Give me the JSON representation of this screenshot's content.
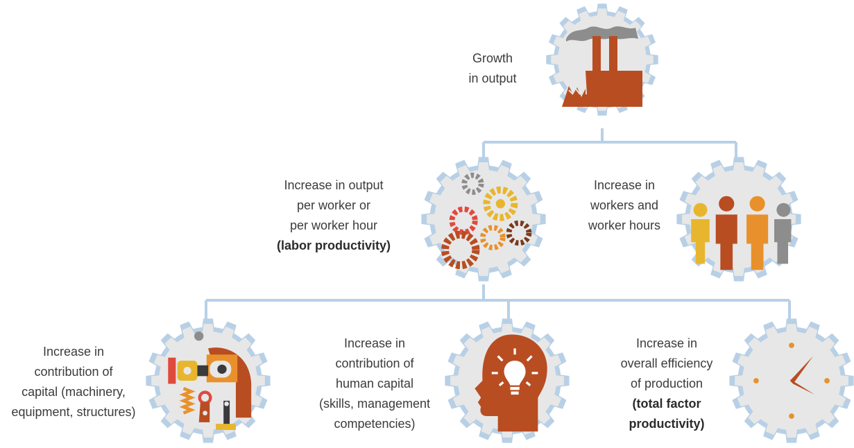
{
  "colors": {
    "connector": "#b8d0e6",
    "gear_ring": "#b8d0e6",
    "gear_fill": "#e7e7e7",
    "rust": "#b84d22",
    "orange": "#e8912c",
    "yellow": "#e8b62e",
    "grey": "#8d8d8d",
    "red": "#e04a3c"
  },
  "nodes": {
    "output": {
      "icon": "factory-icon",
      "lines": [
        "Growth",
        "in output"
      ]
    },
    "labor_productivity": {
      "icon": "cogs-icon",
      "lines": [
        "Increase in output",
        "per worker or",
        "per worker hour"
      ],
      "bold": "(labor productivity)"
    },
    "workers": {
      "icon": "people-icon",
      "lines": [
        "Increase in",
        "workers and",
        "worker hours"
      ]
    },
    "capital": {
      "icon": "machinery-icon",
      "lines": [
        "Increase in",
        "contribution of",
        "capital (machinery,",
        "equipment, structures)"
      ]
    },
    "human_capital": {
      "icon": "head-lightbulb-icon",
      "lines": [
        "Increase in",
        "contribution of",
        "human capital",
        "(skills, management",
        "competencies)"
      ]
    },
    "tfp": {
      "icon": "clock-icon",
      "lines": [
        "Increase in",
        "overall efficiency",
        "of production"
      ],
      "bold": "(total factor",
      "bold2": "productivity)"
    }
  }
}
